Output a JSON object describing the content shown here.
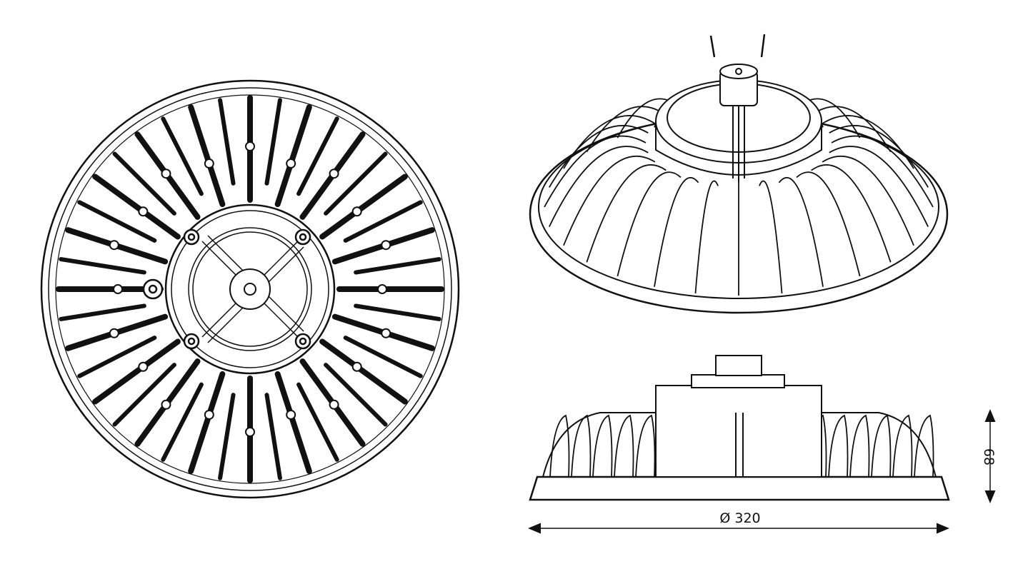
{
  "drawing": {
    "subject": "UFO high bay lamp",
    "views": [
      "bottom-view",
      "perspective-view",
      "side-view"
    ],
    "dimensions": {
      "diameter_label": "Ø 320",
      "height_label": "68"
    },
    "colors": {
      "line": "#111111",
      "background": "#ffffff"
    }
  }
}
